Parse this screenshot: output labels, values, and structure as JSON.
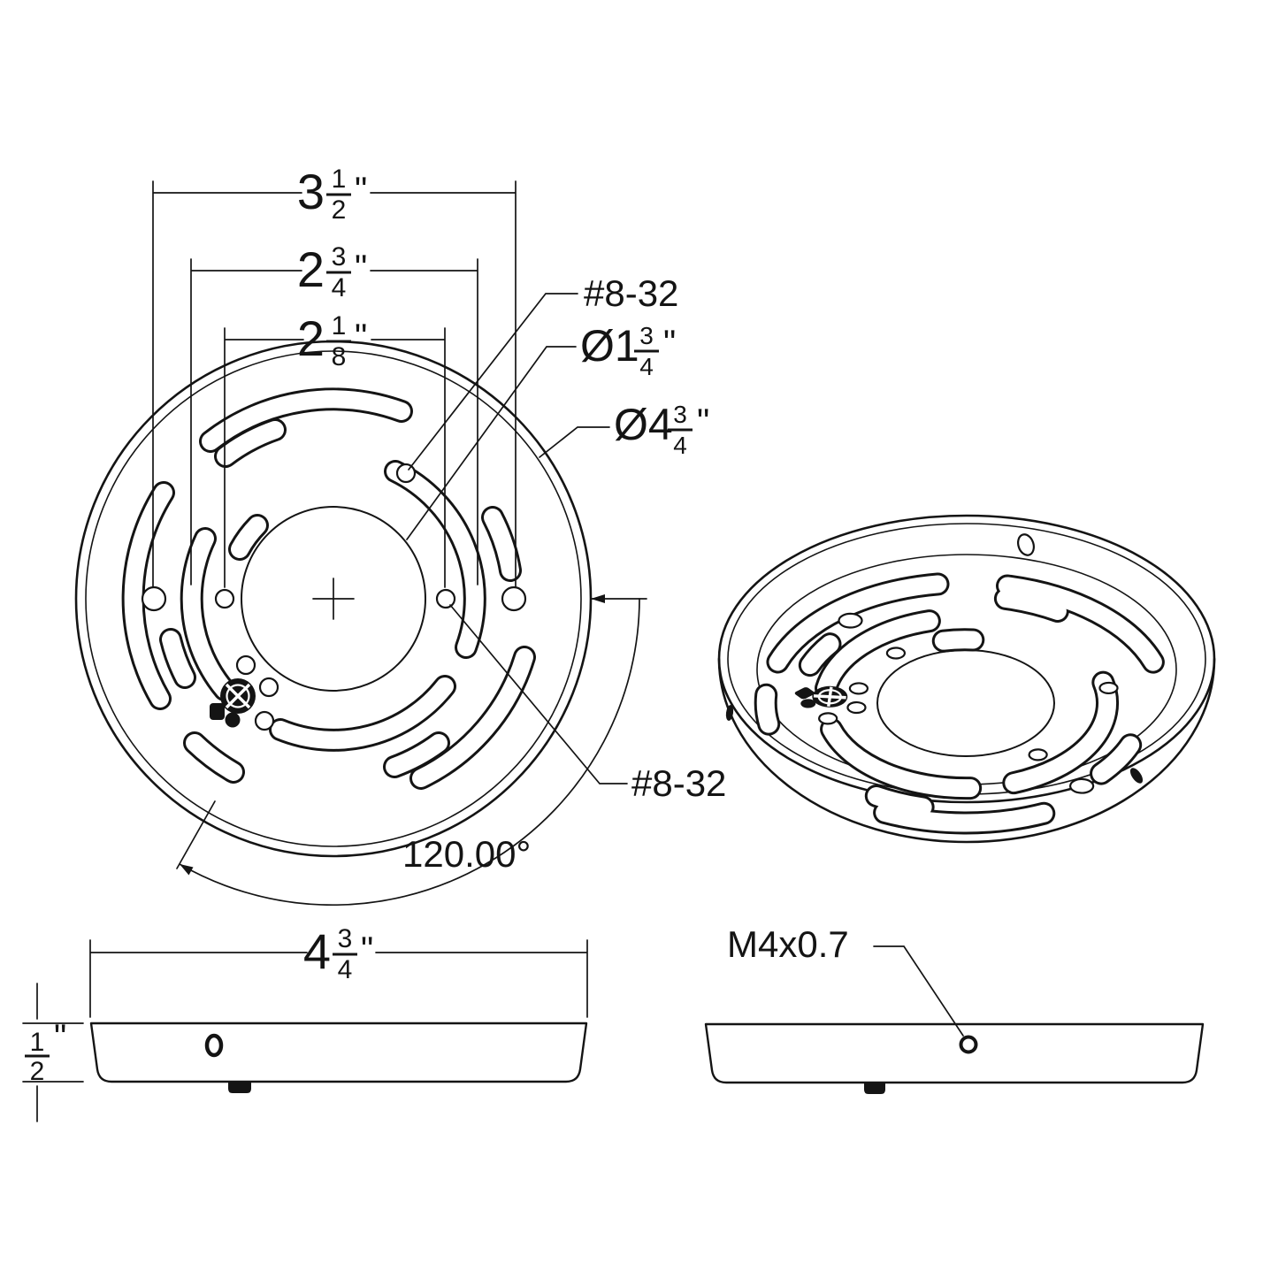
{
  "colors": {
    "ink": "#141414",
    "bg": "#ffffff"
  },
  "front_view": {
    "dim_bolt_circle_a": {
      "whole": "3",
      "num": "1",
      "den": "2",
      "unit": "\""
    },
    "dim_bolt_circle_b": {
      "whole": "2",
      "num": "3",
      "den": "4",
      "unit": "\""
    },
    "dim_bolt_circle_c": {
      "whole": "2",
      "num": "1",
      "den": "8",
      "unit": "\""
    },
    "callout_tapped_hole_top": "#8-32",
    "callout_center_hole": {
      "prefix": "Ø1",
      "num": "3",
      "den": "4",
      "unit": "\""
    },
    "callout_outer_diameter": {
      "prefix": "Ø4",
      "num": "3",
      "den": "4",
      "unit": "\""
    },
    "callout_tapped_hole_bottom": "#8-32",
    "angle_between_holes": "120.00°"
  },
  "side_view_left": {
    "dim_outer_width": {
      "whole": "4",
      "num": "3",
      "den": "4",
      "unit": "\""
    },
    "dim_height": {
      "num": "1",
      "den": "2",
      "unit": "\""
    }
  },
  "side_view_right": {
    "callout_thread": "M4x0.7"
  }
}
